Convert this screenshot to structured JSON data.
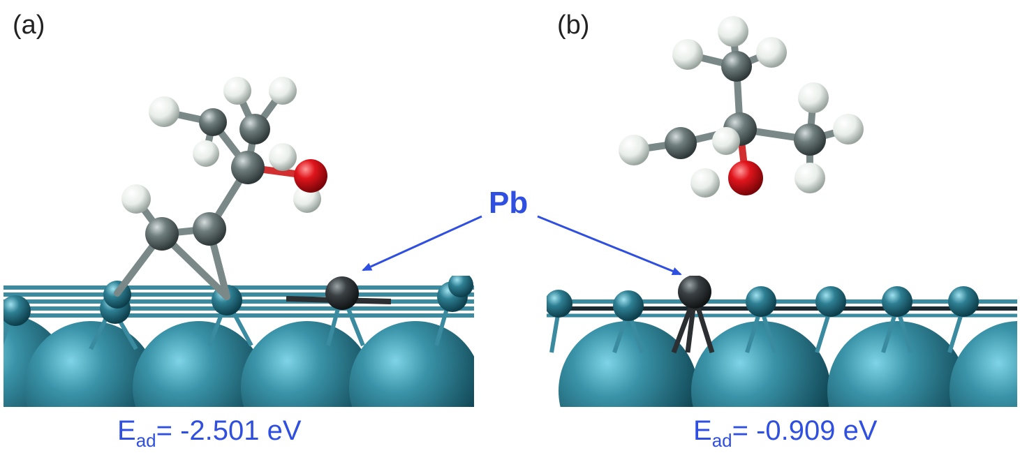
{
  "panels": [
    {
      "label": "(a)",
      "energy": {
        "prefix": "E",
        "subscript": "ad",
        "value": "= -2.501 eV"
      }
    },
    {
      "label": "(b)",
      "energy": {
        "prefix": "E",
        "subscript": "ad",
        "value": "= -0.909 eV"
      }
    }
  ],
  "annotation": {
    "text": "Pb"
  },
  "colors": {
    "annotation": "#2f4fe0",
    "surface_atom": "#2e7f93",
    "lead_atom": "#2b2f31",
    "carbon": "#6f7d7d",
    "hydrogen": "#f0f3f0",
    "oxygen": "#e0151c"
  }
}
